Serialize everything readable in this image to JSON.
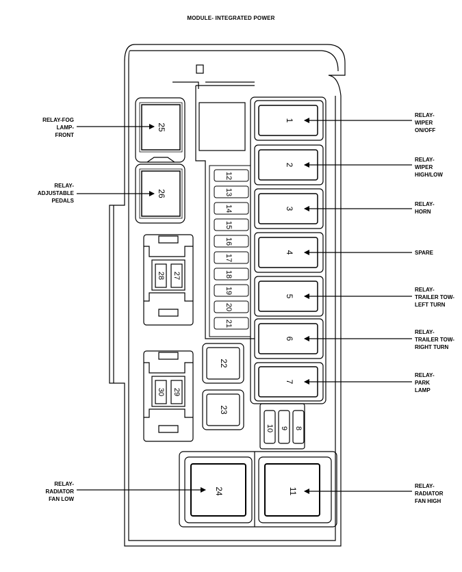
{
  "title": "MODULE- INTEGRATED POWER",
  "labels": {
    "relay_fog": "RELAY-FOG\nLAMP-\nFRONT",
    "relay_pedals": "RELAY-\nADJUSTABLE\nPEDALS",
    "relay_rad_low": "RELAY-\nRADIATOR\nFAN LOW",
    "relay_wiper_onoff": "RELAY-\nWIPER\nON/OFF",
    "relay_wiper_hilo": "RELAY-\nWIPER\nHIGH/LOW",
    "relay_horn": "RELAY-\nHORN",
    "spare": "SPARE",
    "relay_trailer_left": "RELAY-\nTRAILER TOW-\nLEFT TURN",
    "relay_trailer_right": "RELAY-\nTRAILER TOW-\nRIGHT TURN",
    "relay_park": "RELAY-\nPARK\nLAMP",
    "relay_rad_high": "RELAY-\nRADIATOR\nFAN HIGH"
  },
  "slots": {
    "r1": "1",
    "r2": "2",
    "r3": "3",
    "r4": "4",
    "r5": "5",
    "r6": "6",
    "r7": "7",
    "f8": "8",
    "f9": "9",
    "f10": "10",
    "r11": "11",
    "f12": "12",
    "f13": "13",
    "f14": "14",
    "f15": "15",
    "f16": "16",
    "f17": "17",
    "f18": "18",
    "f19": "19",
    "f20": "20",
    "f21": "21",
    "r22": "22",
    "r23": "23",
    "r24": "24",
    "r25": "25",
    "r26": "26",
    "f27": "27",
    "f28": "28",
    "f29": "29",
    "f30": "30"
  }
}
